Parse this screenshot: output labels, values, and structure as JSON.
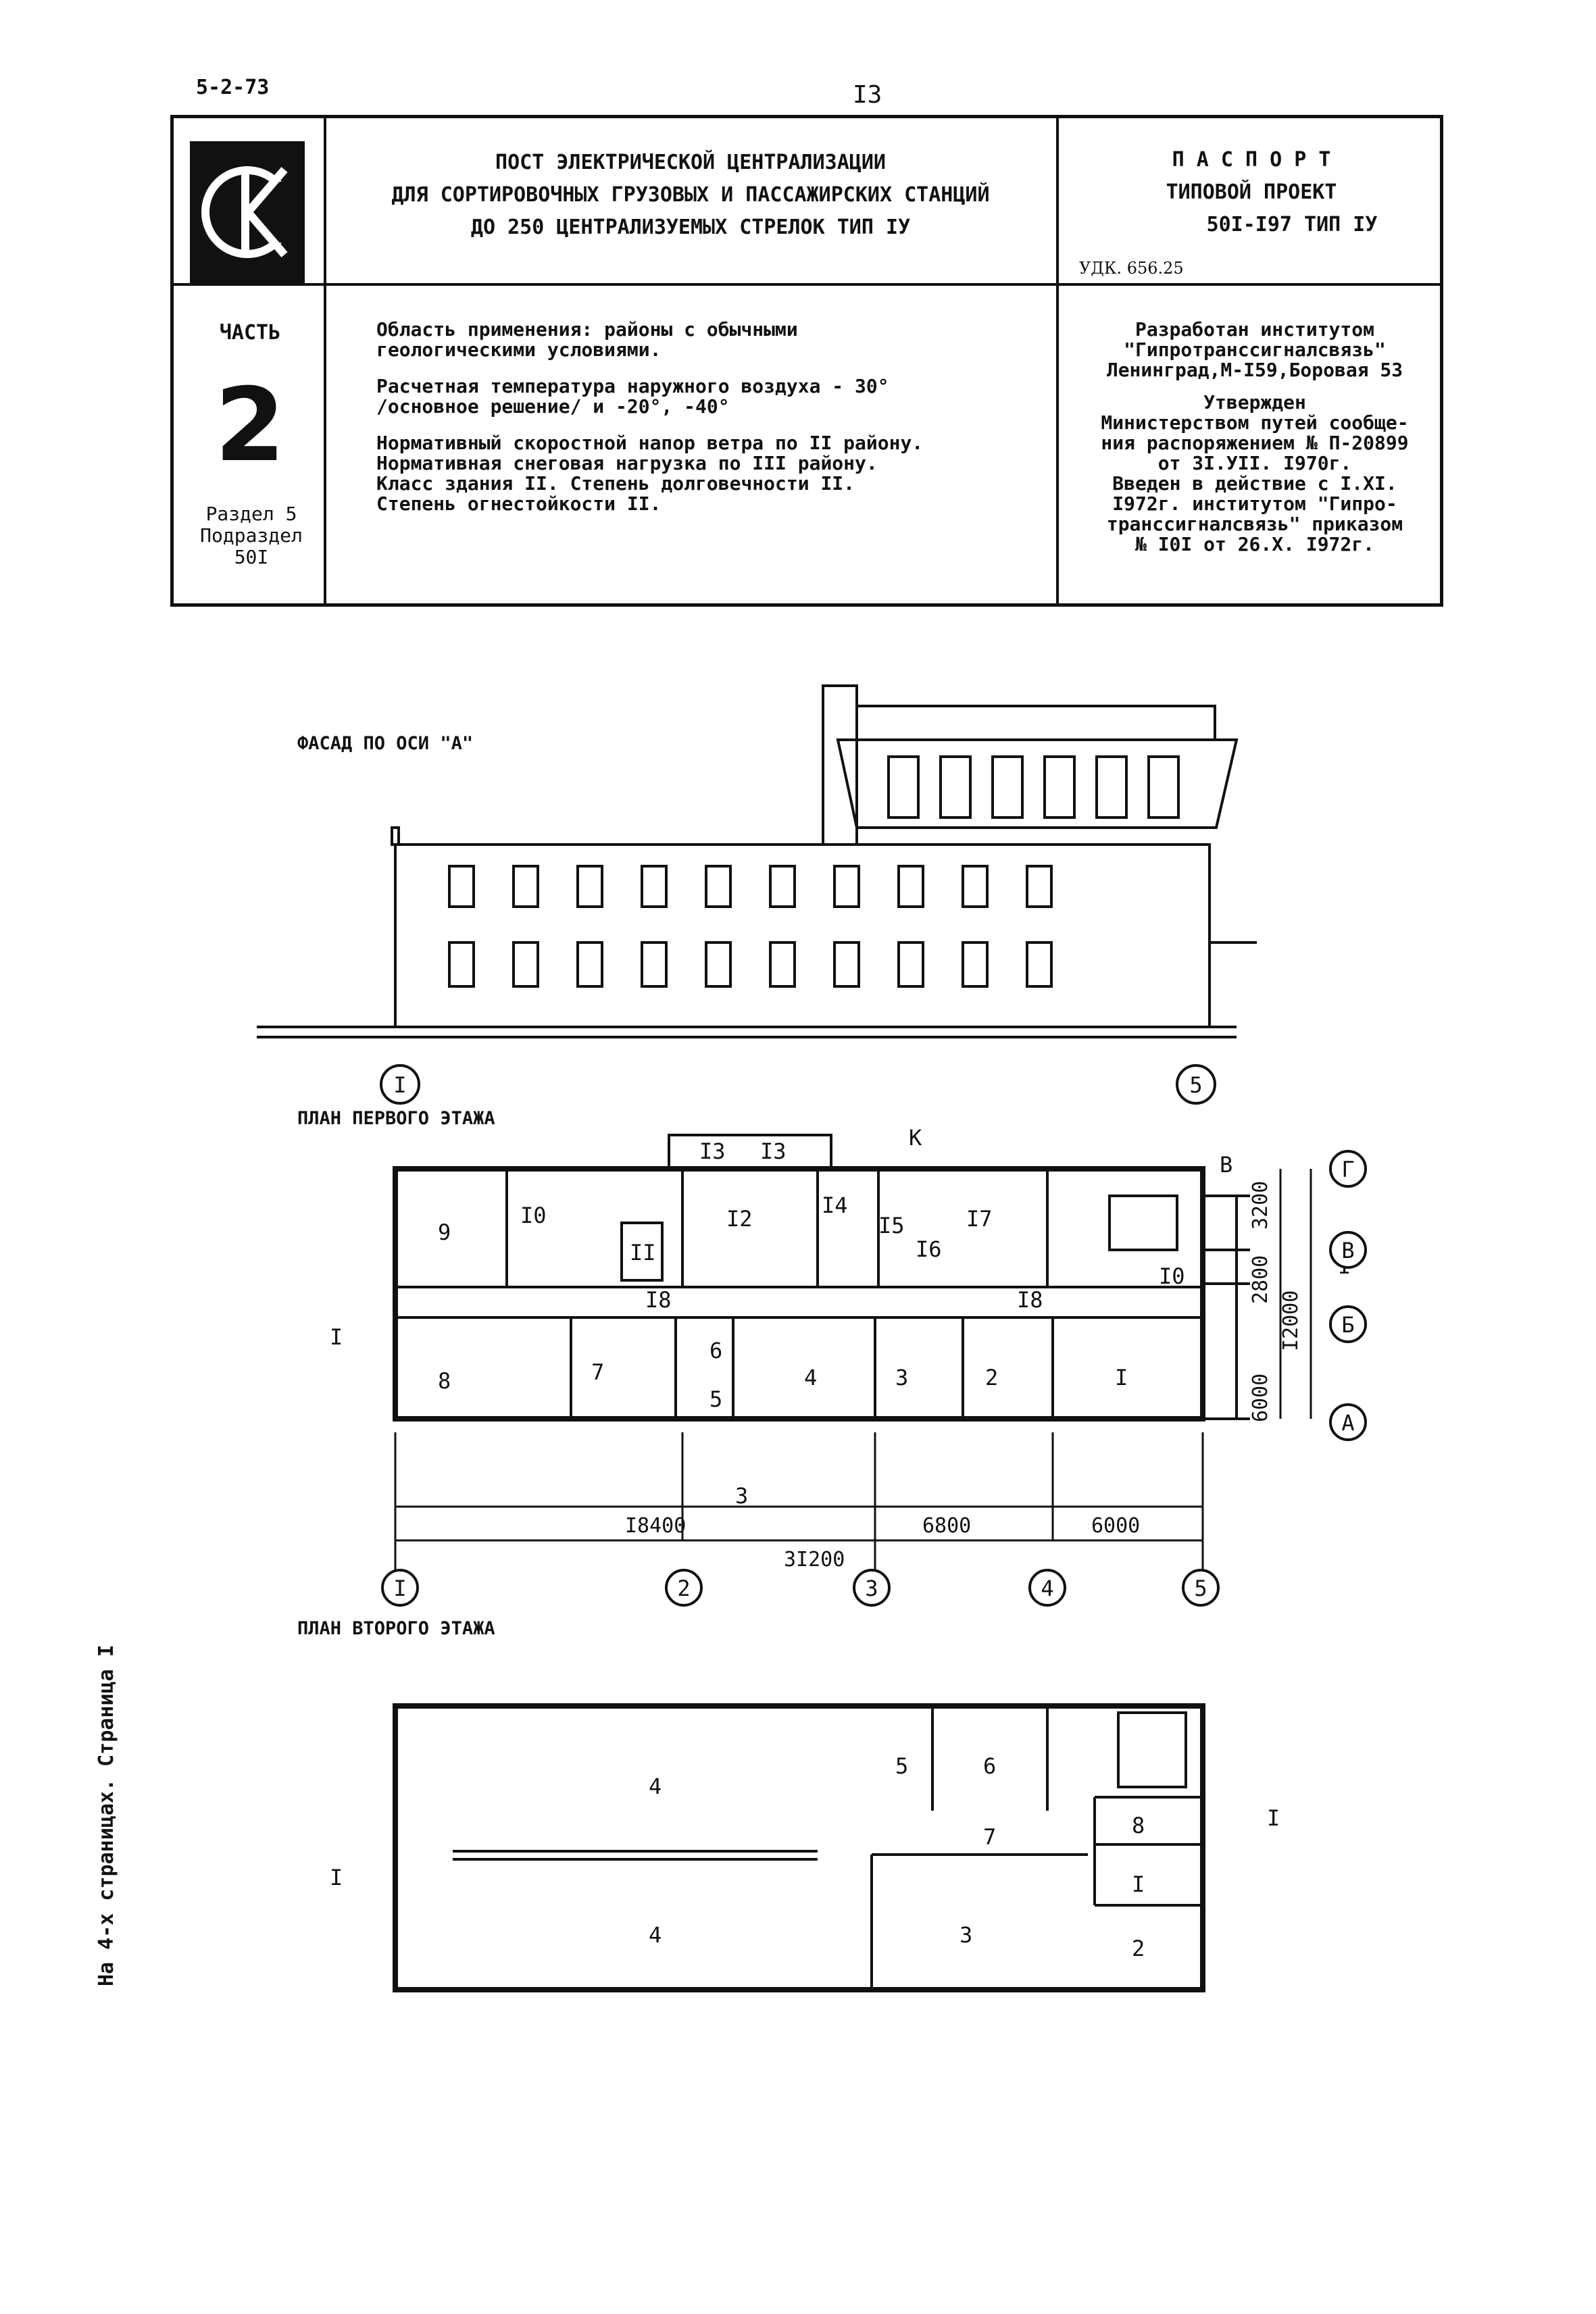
{
  "header": {
    "code": "5-2-73",
    "page_number": "I3"
  },
  "passport": {
    "title_lines": [
      "ПОСТ ЭЛЕКТРИЧЕСКОЙ ЦЕНТРАЛИЗАЦИИ",
      "ДЛЯ СОРТИРОВОЧНЫХ ГРУЗОВЫХ И ПАССАЖИРСКИХ СТАНЦИЙ",
      "ДО 250 ЦЕНТРАЛИЗУЕМЫХ СТРЕЛОК ТИП IУ"
    ],
    "logo_letters": "СК",
    "passport_label": "П А С П О Р Т",
    "project_label": "ТИПОВОЙ ПРОЕКТ",
    "project_code": "50I-I97 ТИП IУ",
    "udk": "УДК. 656.25",
    "part_label": "ЧАСТЬ",
    "part_number": "2",
    "section": "Раздел 5",
    "subsection_label": "Подраздел",
    "subsection_number": "50I",
    "application_lines": [
      "Область применения: районы с обычными",
      "геологическими условиями."
    ],
    "temperature_lines": [
      "Расчетная температура наружного воздуха - 30°",
      "/основное решение/ и -20°, -40°"
    ],
    "norm_lines": [
      "Нормативный скоростной напор ветра по II району.",
      "Нормативная снеговая нагрузка по III району.",
      "Класс здания II. Степень долговечности II.",
      "Степень огнестойкости II."
    ],
    "developer_lines": [
      "Разработан институтом",
      "\"Гипротранссигналсвязь\"",
      "Ленинград,М-I59,Боровая 53"
    ],
    "approval_lines": [
      "Утвержден",
      "Министерством путей сообще-",
      "ния распоряжением № П-20899",
      "от 3I.УII. I970г.",
      "Введен в действие с I.XI.",
      "I972г. институтом \"Гипро-",
      "транссигналсвязь\" приказом",
      "№ I0I от 26.X. I972г."
    ]
  },
  "drawings": {
    "facade_caption": "ФАСАД ПО ОСИ \"А\"",
    "first_floor_caption": "ПЛАН ПЕРВОГО ЭТАЖА",
    "second_floor_caption": "ПЛАН ВТОРОГО ЭТАЖА",
    "axes_numbers": [
      "I",
      "2",
      "3",
      "4",
      "5"
    ],
    "axes_letters": [
      "Г",
      "В",
      "Б",
      "А"
    ],
    "first_floor_rooms": [
      "9",
      "I0",
      "II",
      "I2",
      "I3",
      "I3",
      "I4",
      "I5",
      "I6",
      "I7",
      "I8",
      "I8",
      "I0",
      "8",
      "7",
      "6",
      "5",
      "4",
      "3",
      "2",
      "I"
    ],
    "second_floor_rooms": [
      "4",
      "4",
      "5",
      "6",
      "7",
      "8",
      "I",
      "3",
      "2"
    ],
    "dims_horizontal": [
      "I8400",
      "6800",
      "6000",
      "3I200"
    ],
    "dims_vertical": [
      "3200",
      "2800",
      "I2000",
      "6000"
    ],
    "section_mark": "I",
    "marker_k": "К",
    "marker_b": "В",
    "marker_3": "3"
  },
  "side_caption": "На 4-х страницах. Страница I"
}
